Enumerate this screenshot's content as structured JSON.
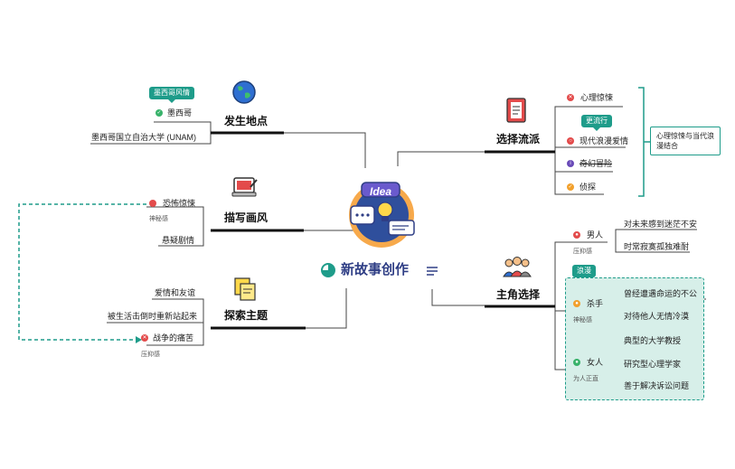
{
  "center": {
    "title": "新故事创作",
    "image_text": "Idea"
  },
  "branches": {
    "location": {
      "label": "发生地点",
      "tag": "墨西哥风情",
      "items": [
        "墨西哥",
        "墨西哥国立自治大学 (UNAM)"
      ]
    },
    "style": {
      "label": "描写画风",
      "items": [
        "恐怖惊悚",
        "悬疑剧情"
      ],
      "notes": [
        "神秘感"
      ]
    },
    "theme": {
      "label": "探索主题",
      "items": [
        "爱情和友谊",
        "被生活击倒时重新站起来",
        "战争的痛苦"
      ],
      "notes": [
        "压抑感"
      ]
    },
    "genre": {
      "label": "选择流派",
      "tag": "更流行",
      "items": [
        "心理惊悚",
        "现代浪漫爱情",
        "奇幻冒险",
        "侦探"
      ],
      "summary": "心理惊悚与当代浪漫结合"
    },
    "protagonist": {
      "label": "主角选择",
      "highlight_tag": "浪漫",
      "characters": [
        {
          "name": "男人",
          "note": "压抑感",
          "traits": [
            "对未来感到迷茫不安",
            "时常寂寞孤独难耐"
          ]
        },
        {
          "name": "杀手",
          "note": "神秘感",
          "traits": [
            "曾经遭遇命运的不公",
            "对待他人无情冷漠"
          ]
        },
        {
          "name": "女人",
          "note": "为人正直",
          "traits": [
            "典型的大学教授",
            "研究型心理学家",
            "善于解决诉讼问题"
          ]
        }
      ]
    }
  },
  "colors": {
    "teal": "#1e9c8a",
    "navy": "#2f3e85",
    "red": "#e34b4b",
    "purple": "#6a4bb8",
    "orange": "#f2a02c",
    "green": "#38b26a"
  }
}
